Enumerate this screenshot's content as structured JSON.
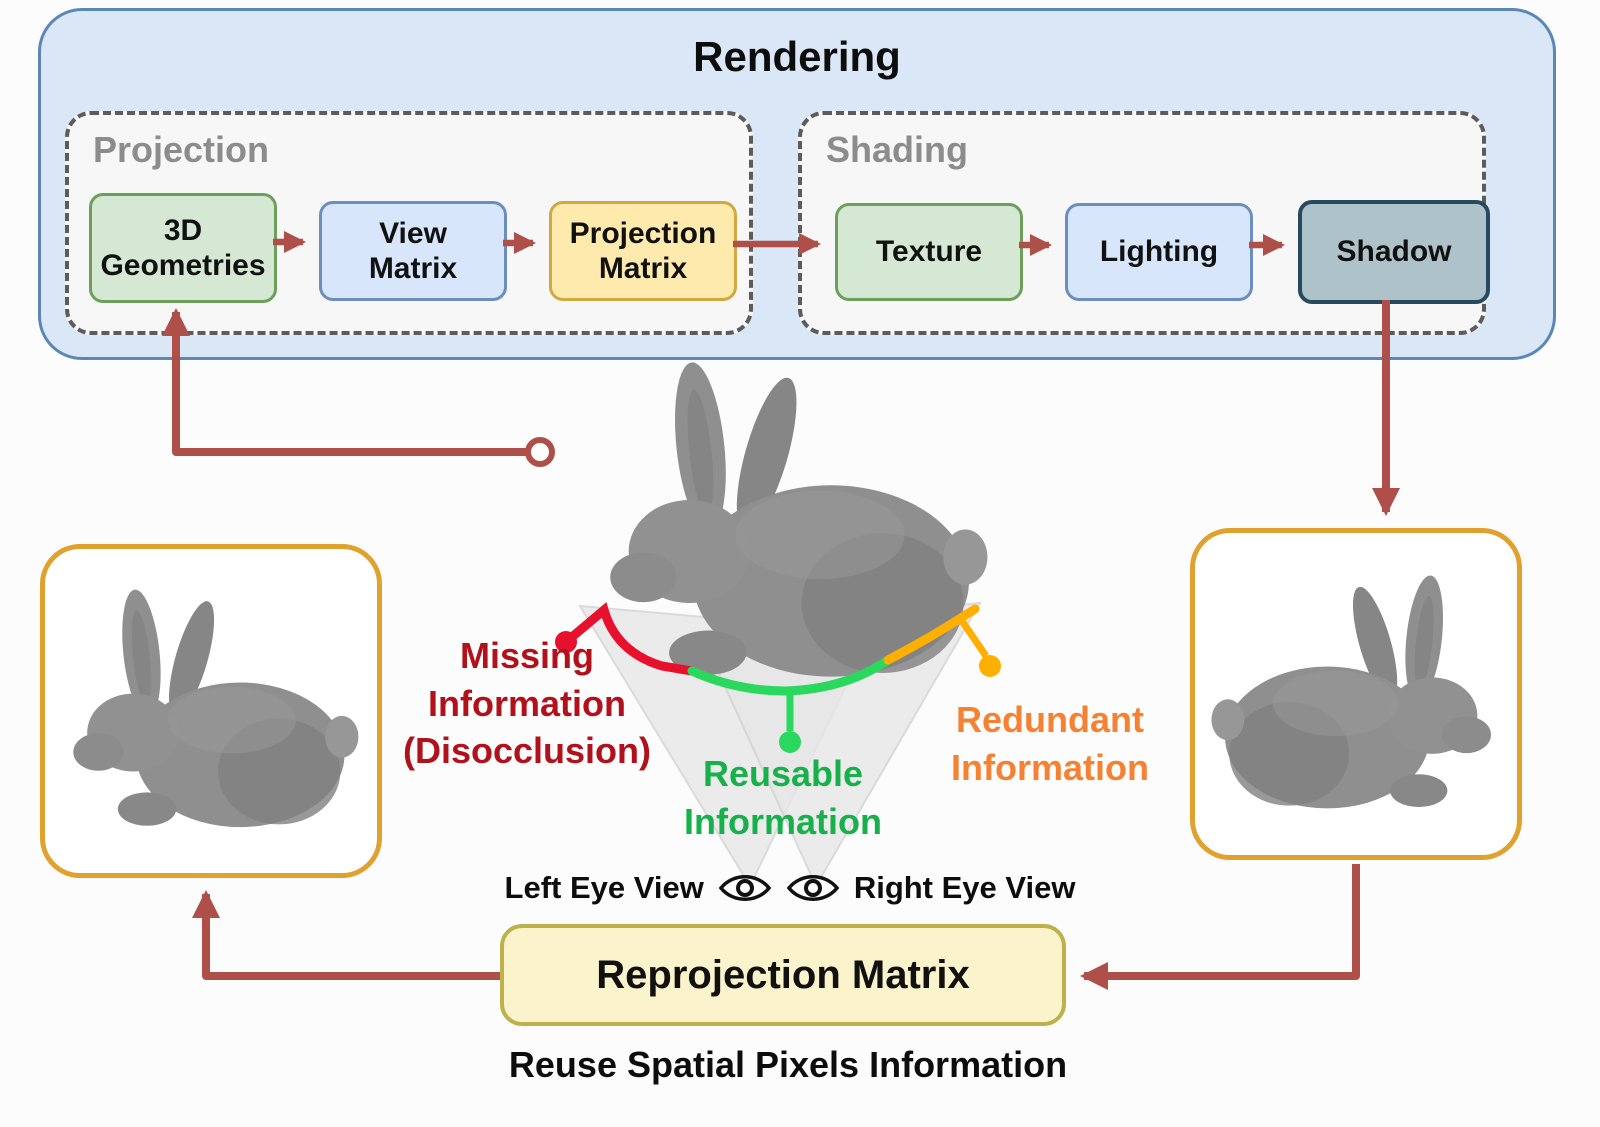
{
  "rendering": {
    "title": "Rendering",
    "projection": {
      "label": "Projection",
      "boxes": [
        {
          "label": "3D Geometries",
          "lines": [
            "3D",
            "Geometries"
          ],
          "style": "green"
        },
        {
          "label": "View Matrix",
          "lines": [
            "View",
            "Matrix"
          ],
          "style": "blue"
        },
        {
          "label": "Projection Matrix",
          "lines": [
            "Projection",
            "Matrix"
          ],
          "style": "yellow"
        }
      ]
    },
    "shading": {
      "label": "Shading",
      "boxes": [
        {
          "label": "Texture",
          "lines": [
            "Texture"
          ],
          "style": "green"
        },
        {
          "label": "Lighting",
          "lines": [
            "Lighting"
          ],
          "style": "blue"
        },
        {
          "label": "Shadow",
          "lines": [
            "Shadow"
          ],
          "style": "slate"
        }
      ]
    }
  },
  "annotations": {
    "missing_lines": [
      "Missing",
      "Information",
      "(Disocclusion)"
    ],
    "reusable_lines": [
      "Reusable",
      "Information"
    ],
    "redundant_lines": [
      "Redundant",
      "Information"
    ]
  },
  "views": {
    "left_label": "Left Eye View",
    "right_label": "Right Eye View"
  },
  "reprojection": {
    "label": "Reprojection Matrix",
    "caption": "Reuse Spatial Pixels Information"
  },
  "colors": {
    "arrow": "#ae4f49",
    "rendering_bg": "#d9e7f6",
    "rendering_border": "#5b87b5",
    "missing_text": "#b0111b",
    "reusable_text": "#17b04a",
    "redundant_text": "#f58233",
    "segment_red": "#e8112d",
    "segment_green": "#2bd85e",
    "segment_orange": "#ffaf00",
    "view_panel_border": "#e0a12f",
    "reprojection_bg": "#fbf3cb",
    "reprojection_border": "#beb04b"
  }
}
